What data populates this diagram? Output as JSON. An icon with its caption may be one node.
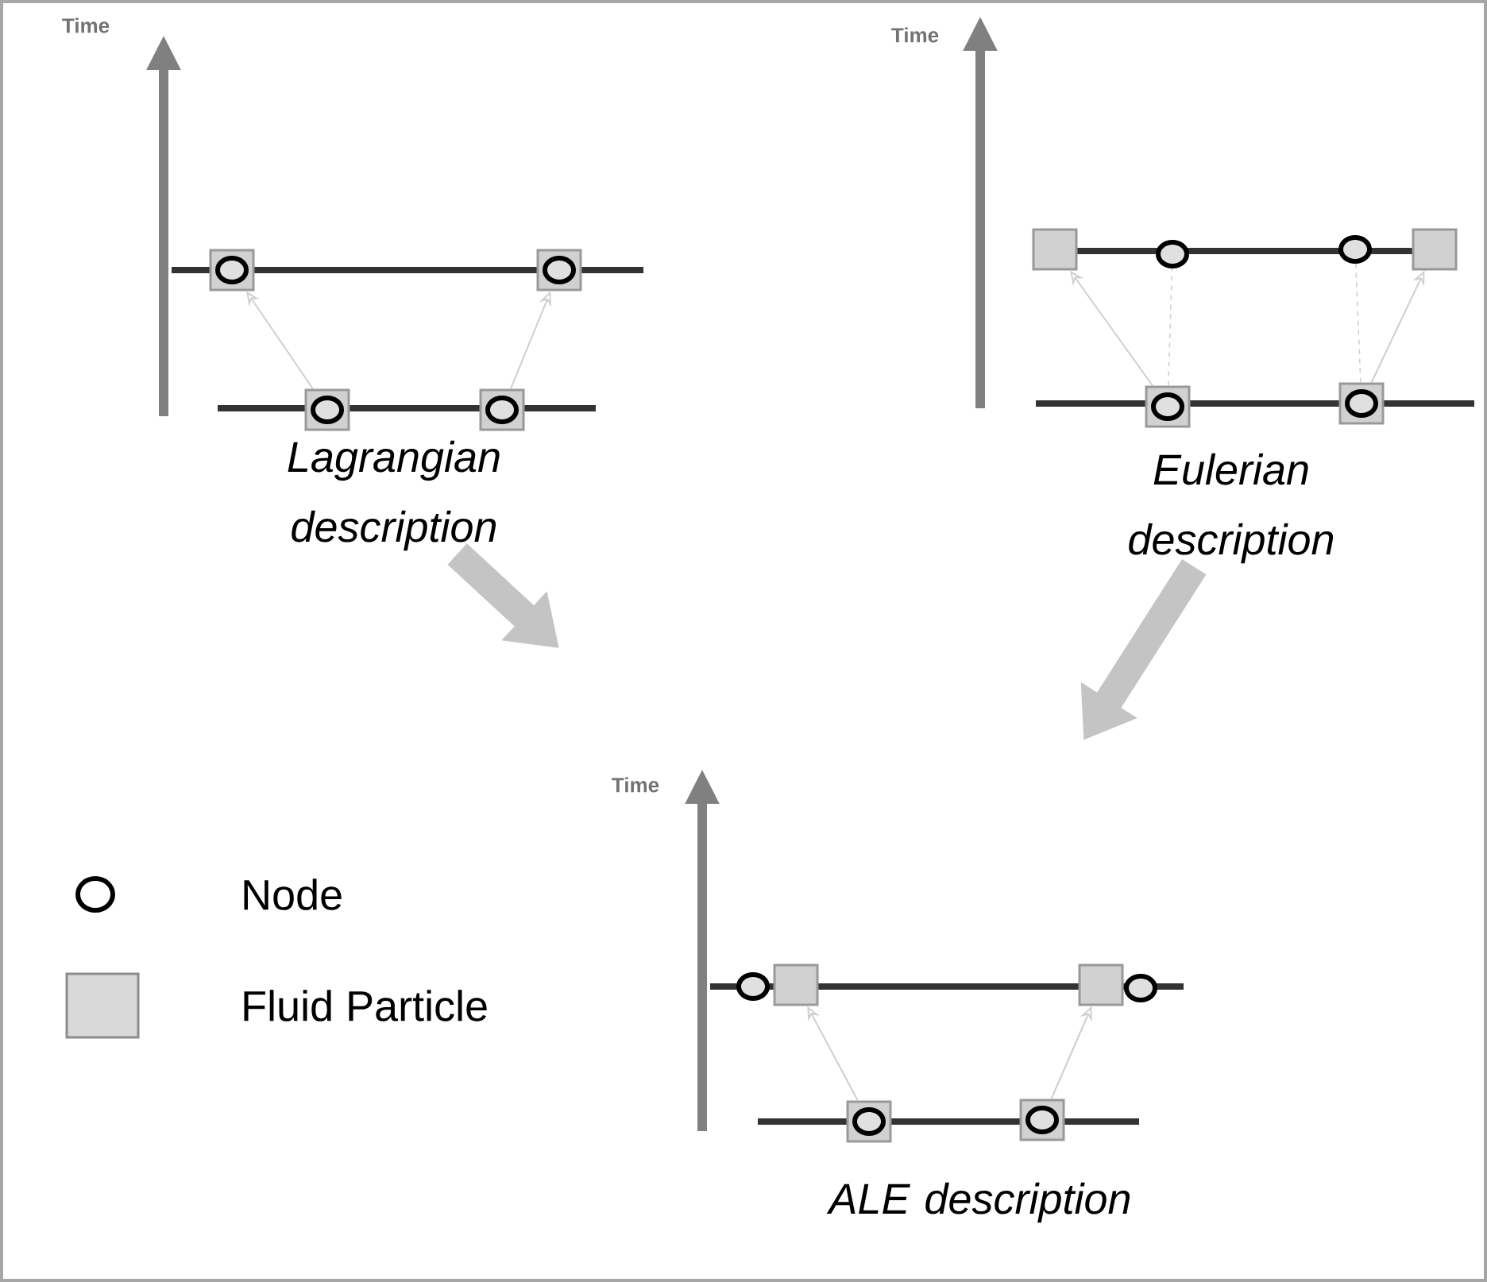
{
  "diagram": {
    "nodes": [
      {
        "text": [],
        "shape": "box"
      },
      {
        "text": [],
        "shape": "circle",
        "in": 0
      },
      {
        "text": [],
        "shape": "box"
      },
      {
        "text": [],
        "shape": "circle",
        "in": 2
      },
      {
        "text": [],
        "shape": "box"
      },
      {
        "text": [],
        "shape": "circle",
        "in": 4
      },
      {
        "text": [],
        "shape": "box"
      },
      {
        "text": [],
        "shape": "circle",
        "in": 6
      },
      {
        "text": [
          "Lagrangian description"
        ]
      },
      {
        "text": [],
        "shape": "box"
      },
      {
        "text": [],
        "shape": "circle"
      },
      {
        "text": [],
        "shape": "circle"
      },
      {
        "text": [],
        "shape": "box"
      },
      {
        "text": [],
        "shape": "box"
      },
      {
        "text": [],
        "shape": "circle",
        "in": 13
      },
      {
        "text": [],
        "shape": "box"
      },
      {
        "text": [],
        "shape": "circle",
        "in": 15
      },
      {
        "text": [
          "Eulerian description"
        ]
      },
      {
        "text": [],
        "shape": "circle"
      },
      {
        "text": [],
        "shape": "box"
      },
      {
        "text": [],
        "shape": "box"
      },
      {
        "text": [],
        "shape": "circle"
      },
      {
        "text": [],
        "shape": "box"
      },
      {
        "text": [],
        "shape": "circle",
        "in": 22
      },
      {
        "text": [],
        "shape": "box"
      },
      {
        "text": [],
        "shape": "circle",
        "in": 24
      },
      {
        "text": [
          "ALE description"
        ]
      }
    ],
    "edges": [
      {
        "from": 4,
        "to": 0,
        "arrow": "to"
      },
      {
        "from": 6,
        "to": 2,
        "arrow": "to"
      },
      {
        "from": 13,
        "to": 9,
        "arrow": "to"
      },
      {
        "from": 13,
        "to": 10,
        "arrow": "none",
        "style": "dashed"
      },
      {
        "from": 15,
        "to": 11,
        "arrow": "none",
        "style": "dashed"
      },
      {
        "from": 15,
        "to": 12,
        "arrow": "to"
      },
      {
        "from": 22,
        "to": 19,
        "arrow": "to"
      },
      {
        "from": 24,
        "to": 20,
        "arrow": "to"
      },
      {
        "from": 8,
        "to": null,
        "arrow": "to",
        "style": "thick",
        "color": "#c4c4c4"
      },
      {
        "from": 17,
        "to": null,
        "arrow": "to",
        "style": "thick",
        "color": "#c4c4c4"
      }
    ],
    "labels": [
      "Time",
      "Time",
      "Time"
    ],
    "legend": [
      {
        "text": "Node"
      },
      {
        "text": "Fluid Particle",
        "color": "#d9d9d9"
      }
    ]
  }
}
